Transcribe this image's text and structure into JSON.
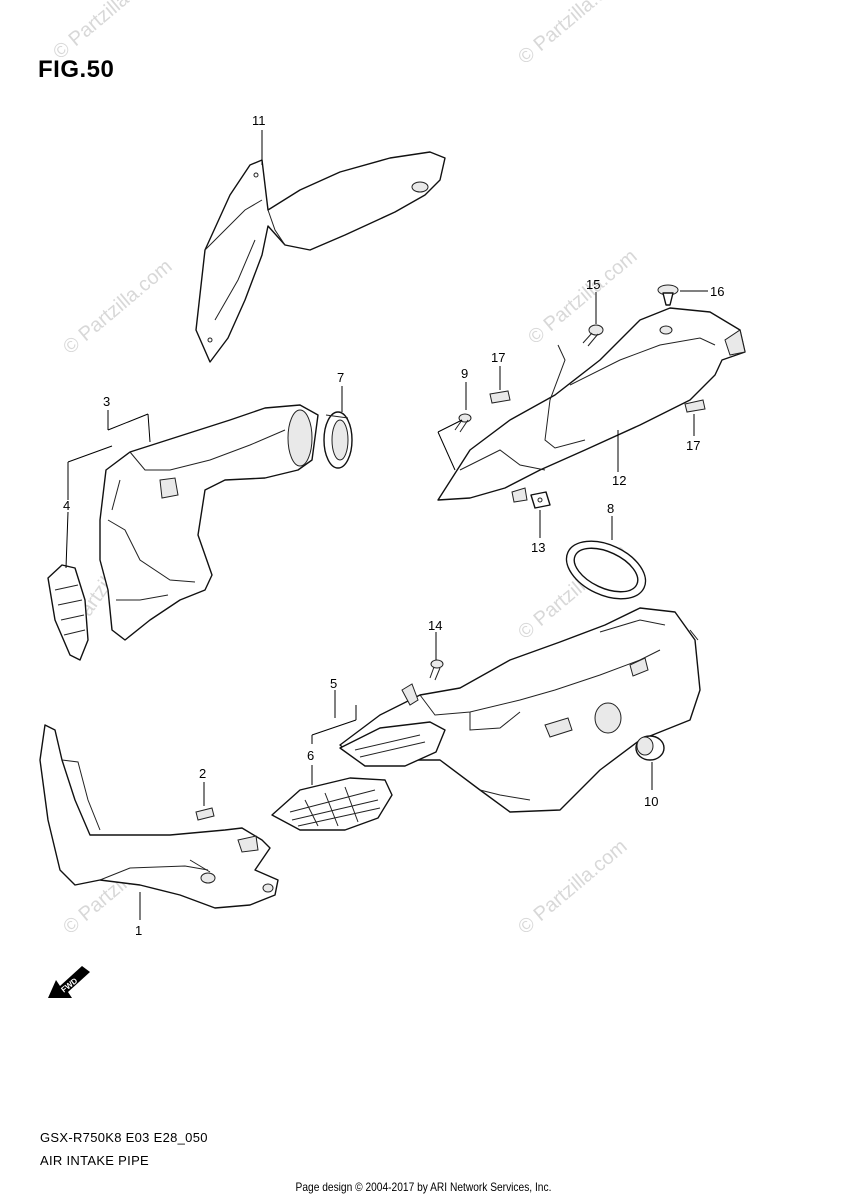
{
  "figure": {
    "title": "FIG.50",
    "model_code": "GSX-R750K8 E03 E28_050",
    "section_name": "AIR INTAKE PIPE"
  },
  "callouts": {
    "c1": "1",
    "c2": "2",
    "c3": "3",
    "c4": "4",
    "c5": "5",
    "c6": "6",
    "c7": "7",
    "c8": "8",
    "c9": "9",
    "c10": "10",
    "c11": "11",
    "c12": "12",
    "c13": "13",
    "c14": "14",
    "c15": "15",
    "c16": "16",
    "c17a": "17",
    "c17b": "17"
  },
  "direction_badge": "FWD",
  "watermark": "© Partzilla.com",
  "footer": "Page design © 2004-2017 by ARI Network Services, Inc."
}
